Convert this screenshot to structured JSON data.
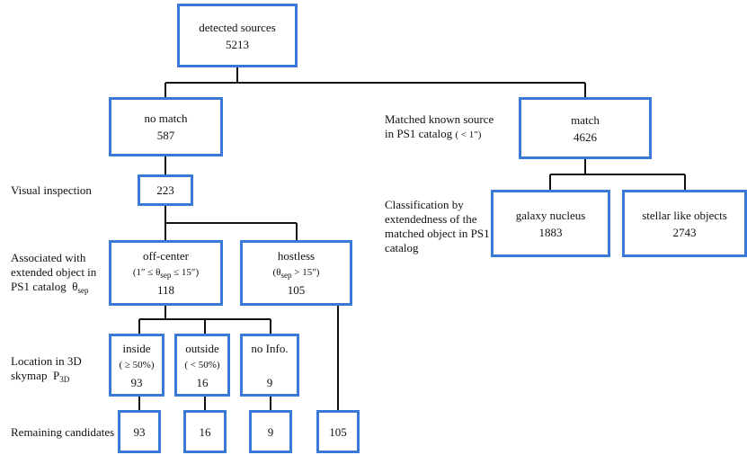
{
  "boxes": {
    "detected": {
      "title": "detected sources",
      "count": "5213"
    },
    "nomatch": {
      "title": "no match",
      "count": "587"
    },
    "match": {
      "title": "match",
      "count": "4626"
    },
    "visual": {
      "count": "223"
    },
    "offcenter": {
      "title": "off-center",
      "cond_pre": "(1″ ≤ θ",
      "cond_sub": "sep",
      "cond_post": " ≤ 15″)",
      "count": "118"
    },
    "hostless": {
      "title": "hostless",
      "cond_pre": "(θ",
      "cond_sub": "sep",
      "cond_post": " > 15″)",
      "count": "105"
    },
    "galaxy": {
      "title": "galaxy nucleus",
      "count": "1883"
    },
    "stellar": {
      "title": "stellar like objects",
      "count": "2743"
    },
    "inside": {
      "title": "inside",
      "cond": "( ≥ 50%)",
      "count": "93"
    },
    "outside": {
      "title": "outside",
      "cond": "( < 50%)",
      "count": "16"
    },
    "noinfo": {
      "title": "no Info.",
      "count": "9"
    },
    "rem_inside": {
      "count": "93"
    },
    "rem_outside": {
      "count": "16"
    },
    "rem_noinfo": {
      "count": "9"
    },
    "rem_hostless": {
      "count": "105"
    }
  },
  "labels": {
    "matched_line1": "Matched known source",
    "matched_line2": "in PS1 catalog",
    "matched_note": "( < 1″)",
    "visual": "Visual inspection",
    "classification": [
      "Classification by",
      "extendedness of the",
      "matched object in PS1",
      "catalog"
    ],
    "associated": [
      "Associated with",
      "extended object in"
    ],
    "associated_last": "PS1 catalog",
    "associated_sym": "θ",
    "associated_sub": "sep",
    "location_line1": "Location in 3D",
    "location_line2": "skymap",
    "location_sym": "P",
    "location_sub": "3D",
    "remaining": "Remaining candidates"
  }
}
